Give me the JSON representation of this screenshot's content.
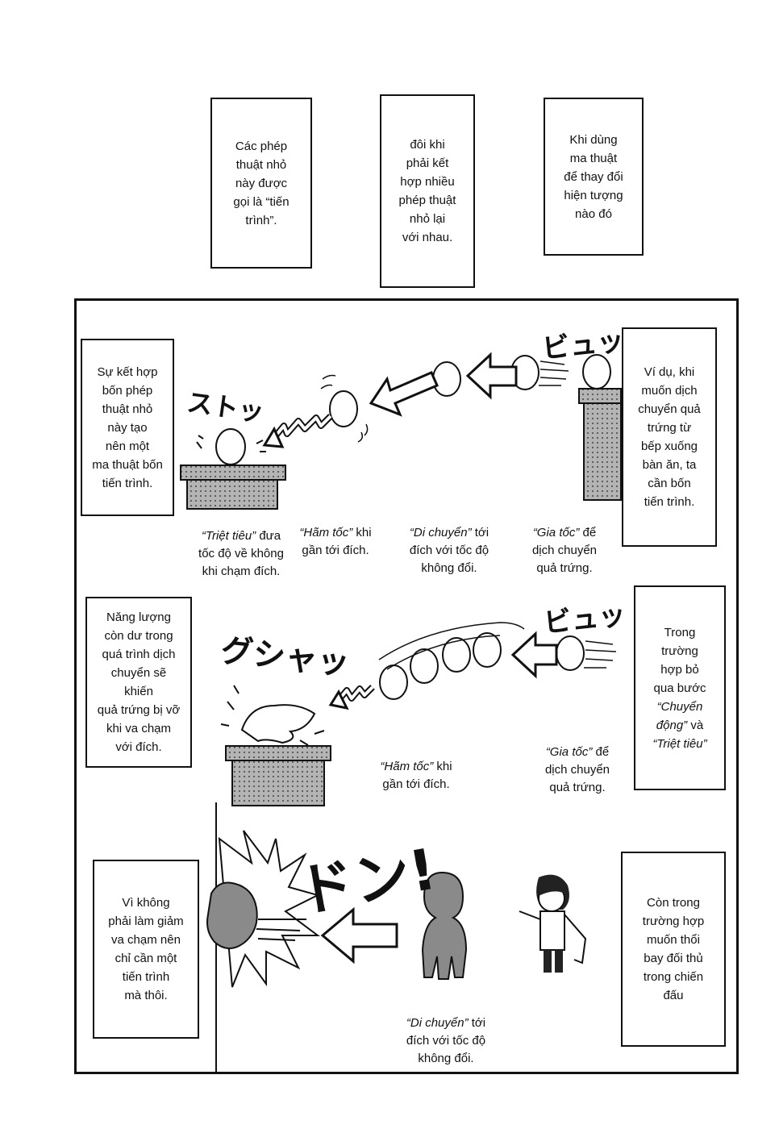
{
  "top_boxes": [
    "Các phép\nthuật nhỏ\nnày được\ngọi là “tiến\ntrình”.",
    "đôi khi\nphải kết\nhợp nhiều\nphép thuật\nnhỏ lại\nvới nhau.",
    "Khi dùng\nma thuật\nđể thay đổi\nhiện tượng\nnào đó"
  ],
  "row1": {
    "right_box": "Ví dụ, khi\nmuốn dịch\nchuyển quả\ntrứng từ\nbếp xuống\nbàn ăn, ta\ncần bốn\ntiến trình.",
    "left_box": "Sự kết hợp\nbốn phép\nthuật nhỏ\nnày tạo\nnên một\nma thuật bốn\ntiến trình.",
    "cap_accel_term": "“Gia tốc”",
    "cap_accel_rest": " để\ndịch chuyển\nquả trứng.",
    "cap_move_term": "“Di chuyển”",
    "cap_move_rest": " tới\nđích với tốc độ\nkhông đổi.",
    "cap_decel_term": "“Hãm tốc”",
    "cap_decel_rest": " khi\ngần tới đích.",
    "cap_cancel_term": "“Triệt tiêu”",
    "cap_cancel_rest": " đưa\ntốc độ về không\nkhi chạm đích.",
    "sfx_start": "ビュッ",
    "sfx_land": "ストッ"
  },
  "row2": {
    "right_box_line1": "Trong\ntrường\nhợp bỏ\nqua bước",
    "right_box_term1": "“Chuyển\nđộng”",
    "right_box_and": " và",
    "right_box_term2": "“Triệt tiêu”",
    "left_box": "Năng lượng\ncòn dư trong\nquá trình dịch\nchuyển sẽ khiến\nquả trứng bị vỡ\nkhi va chạm\nvới đích.",
    "cap_accel_term": "“Gia tốc”",
    "cap_accel_rest": " để\ndịch chuyển\nquả trứng.",
    "cap_decel_term": "“Hãm tốc”",
    "cap_decel_rest": " khi\ngần tới đích.",
    "sfx_start": "ビュッ",
    "sfx_crash": "グシャッ"
  },
  "row3": {
    "right_box": "Còn trong\ntrường hợp\nmuốn thổi\nbay đối thủ\ntrong chiến\nđấu",
    "left_box": "Vì không\nphải làm giảm\nva chạm nên\nchỉ cần một\ntiến trình\nmà thôi.",
    "cap_move_term": "“Di chuyển”",
    "cap_move_rest": " tới\nđích với tốc độ\nkhông đổi.",
    "sfx_impact": "ドン!"
  }
}
